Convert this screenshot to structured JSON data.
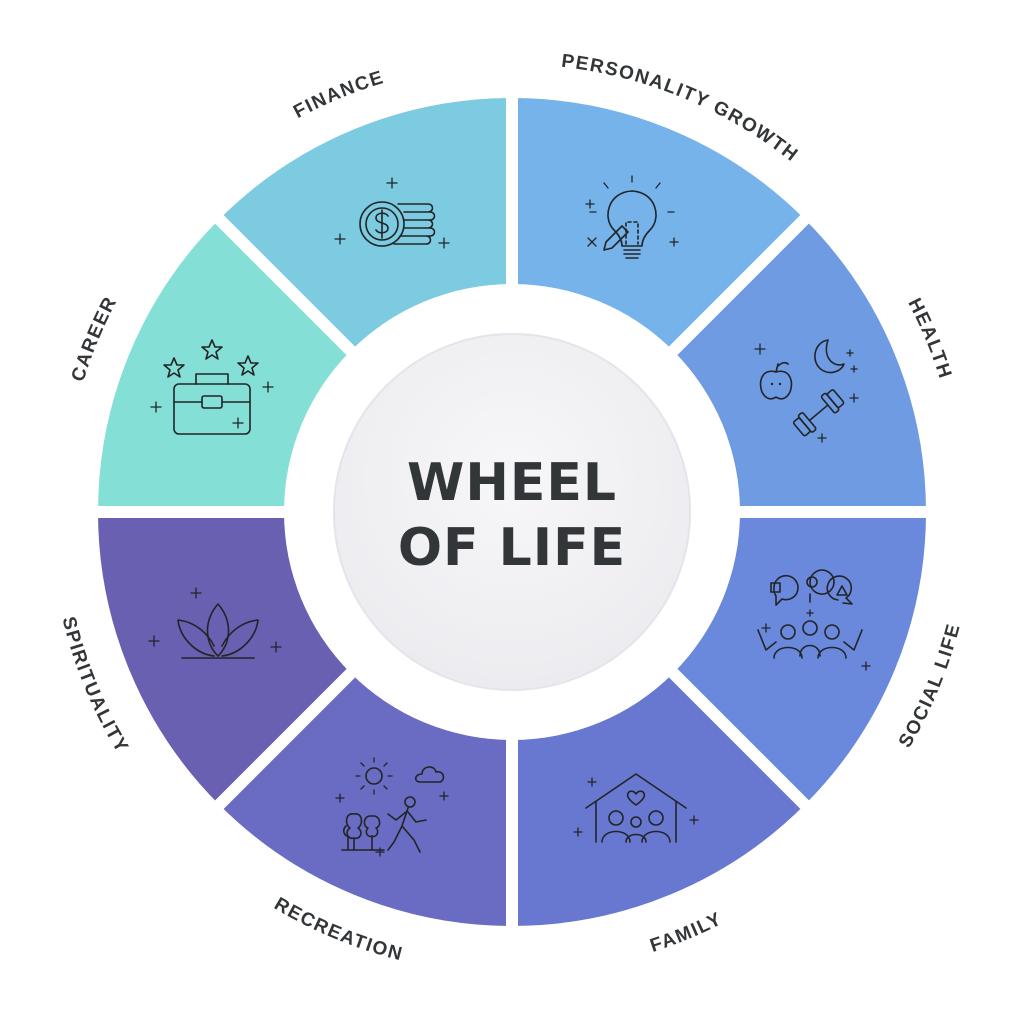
{
  "diagram": {
    "title_line1": "WHEEL",
    "title_line2": "OF LIFE",
    "segments": [
      {
        "label": "PERSONALITY GROWTH",
        "color": "#76B3EB",
        "icon": "lightbulb-pencil-icon"
      },
      {
        "label": "HEALTH",
        "color": "#6E9BE2",
        "icon": "apple-moon-dumbbell-icon"
      },
      {
        "label": "SOCIAL LIFE",
        "color": "#6A88DC",
        "icon": "people-chat-icon"
      },
      {
        "label": "FAMILY",
        "color": "#6878D0",
        "icon": "house-family-icon"
      },
      {
        "label": "RECREATION",
        "color": "#6A6BC2",
        "icon": "person-walking-trees-icon"
      },
      {
        "label": "SPIRITUALITY",
        "color": "#6A60B2",
        "icon": "lotus-icon"
      },
      {
        "label": "CAREER",
        "color": "#84DFD6",
        "icon": "briefcase-stars-icon"
      },
      {
        "label": "FINANCE",
        "color": "#7CCBE0",
        "icon": "coins-dollar-icon"
      }
    ]
  }
}
